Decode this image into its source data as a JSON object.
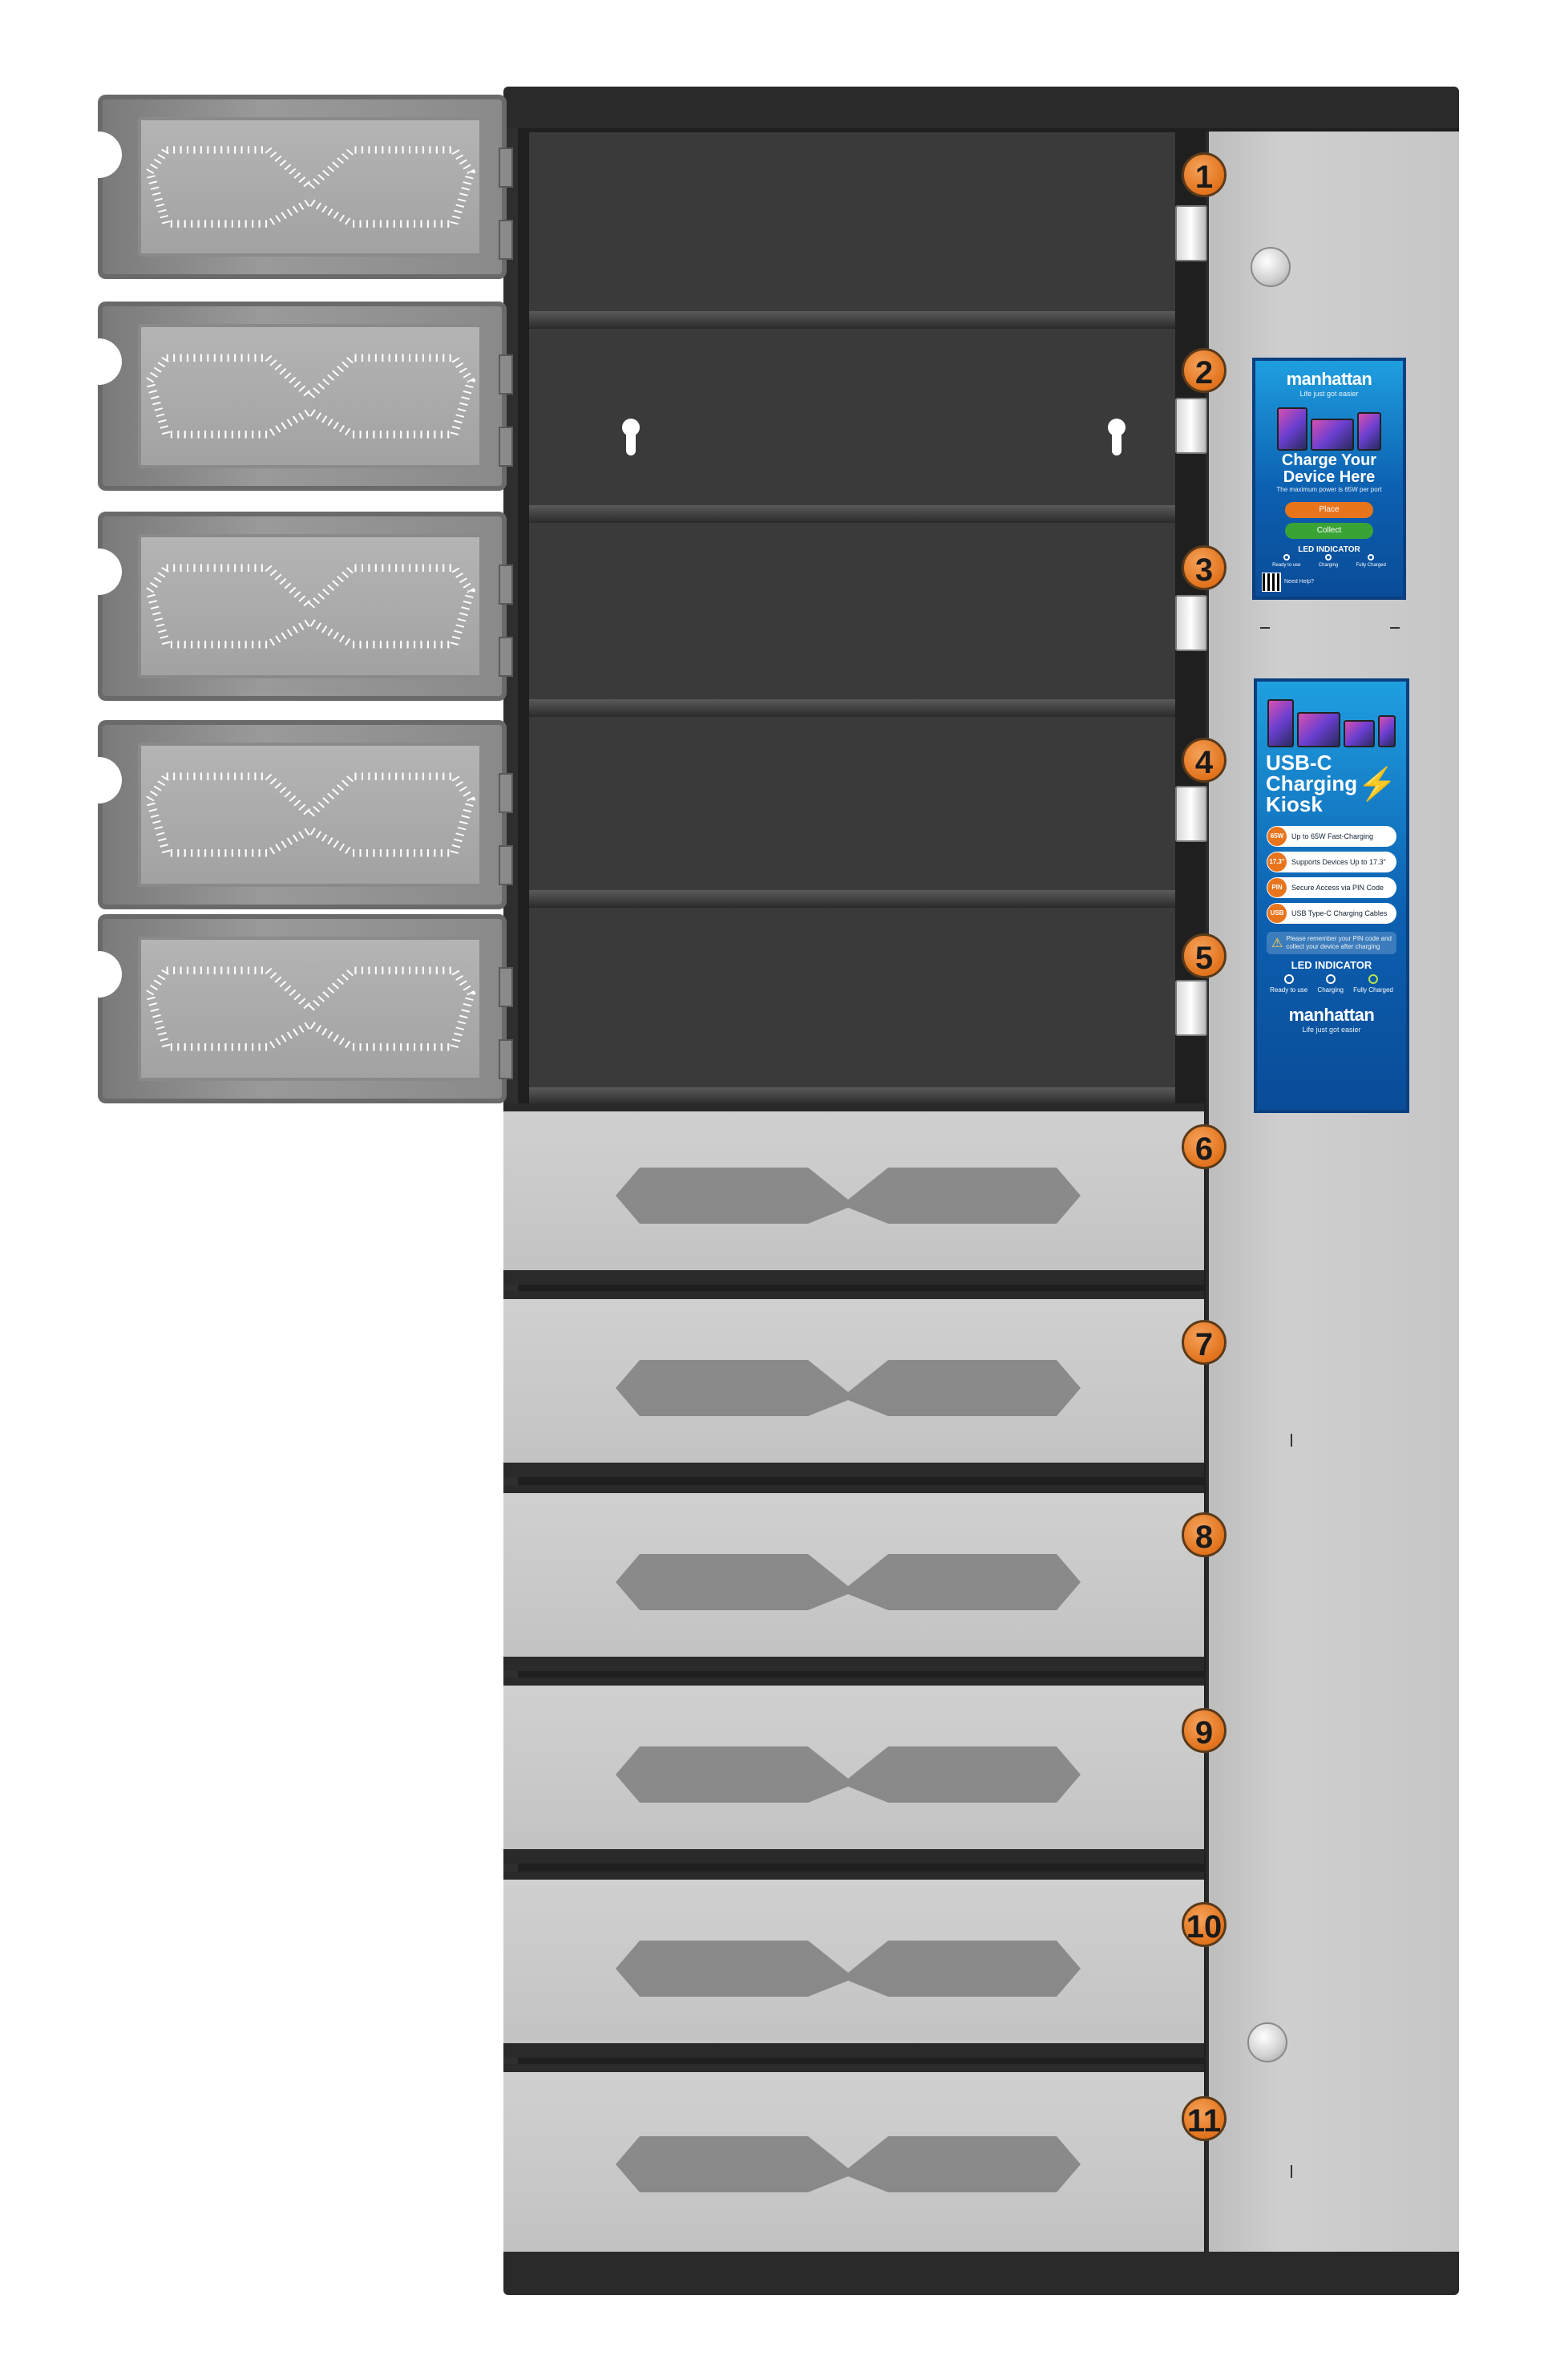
{
  "compartments": [
    "1",
    "2",
    "3",
    "4",
    "5",
    "6",
    "7",
    "8",
    "9",
    "10",
    "11"
  ],
  "poster_top": {
    "brand": "manhattan",
    "slogan": "Life just got easier",
    "title_line1": "Charge Your",
    "title_line2": "Device Here",
    "subtitle": "The maximum power is 65W per port",
    "button_place": "Place",
    "button_collect": "Collect",
    "led_heading": "LED INDICATOR",
    "led_states": [
      "Ready to use",
      "Charging",
      "Fully Charged"
    ],
    "scan_label": "Need Help?",
    "colors": {
      "place": "#e8741c",
      "collect": "#3aa335"
    }
  },
  "poster_bottom": {
    "title_line1": "USB-C",
    "title_line2": "Charging",
    "title_line3": "Kiosk",
    "features": [
      {
        "icon_text": "65W",
        "label": "Up to 65W Fast-Charging"
      },
      {
        "icon_text": "17.3\"",
        "label": "Supports Devices Up to 17.3\""
      },
      {
        "icon_text": "PIN",
        "label": "Secure Access via PIN Code"
      },
      {
        "icon_text": "USB",
        "label": "USB Type-C Charging Cables"
      }
    ],
    "warning": "Please remember your PIN code and collect your device after charging",
    "led_heading": "LED INDICATOR",
    "led_states": [
      "Ready to use",
      "Charging",
      "Fully Charged"
    ],
    "brand": "manhattan",
    "slogan": "Life just got easier"
  },
  "colors": {
    "badge": "#e8741c",
    "cabinet": "#2a2a2a",
    "door": "#c8c8c8",
    "poster": "#0c5fb0"
  }
}
